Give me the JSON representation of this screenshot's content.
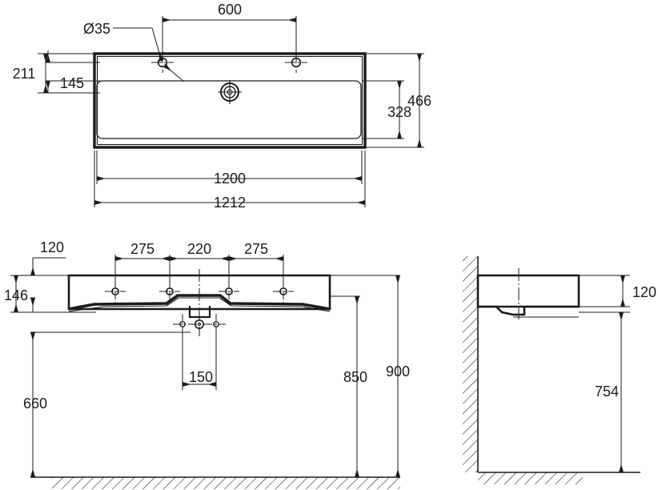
{
  "drawing": {
    "type": "engineering-dimensioned-drawing",
    "subject": "rectangular wall-mounted washbasin (1200 mm)",
    "units": "mm",
    "line_color": "#1b1b1b",
    "background_color": "#ffffff",
    "views": [
      {
        "name": "top-view",
        "label": ""
      },
      {
        "name": "front-view",
        "label": ""
      },
      {
        "name": "side-view",
        "label": ""
      }
    ]
  },
  "top_view": {
    "dimensions": {
      "tap_hole_diameter": "Ø35",
      "tap_hole_spacing": "600",
      "rear_edge_to_bowl_rim": "211",
      "rear_edge_to_tap_holes": "145",
      "overall_depth": "466",
      "bowl_depth": "328",
      "bowl_width": "1200",
      "overall_width": "1212"
    }
  },
  "front_view": {
    "dimensions": {
      "rim_thickness": "120",
      "total_body_height": "146",
      "hole_spacing_left": "275",
      "hole_spacing_center": "220",
      "hole_spacing_right": "275",
      "waste_connection_spacing": "150",
      "floor_to_underside": "660",
      "floor_to_rim_underside": "850",
      "floor_to_top_rim": "900"
    }
  },
  "side_view": {
    "dimensions": {
      "rim_thickness": "120",
      "floor_to_basin_underside": "754"
    }
  },
  "labels": {
    "d35": "Ø35",
    "n600": "600",
    "n211": "211",
    "n145": "145",
    "n466": "466",
    "n328": "328",
    "n1200": "1200",
    "n1212": "1212",
    "n120_front": "120",
    "n146": "146",
    "n275_left": "275",
    "n220": "220",
    "n275_right": "275",
    "n150": "150",
    "n660": "660",
    "n850": "850",
    "n900": "900",
    "n120_side": "120",
    "n754": "754"
  }
}
